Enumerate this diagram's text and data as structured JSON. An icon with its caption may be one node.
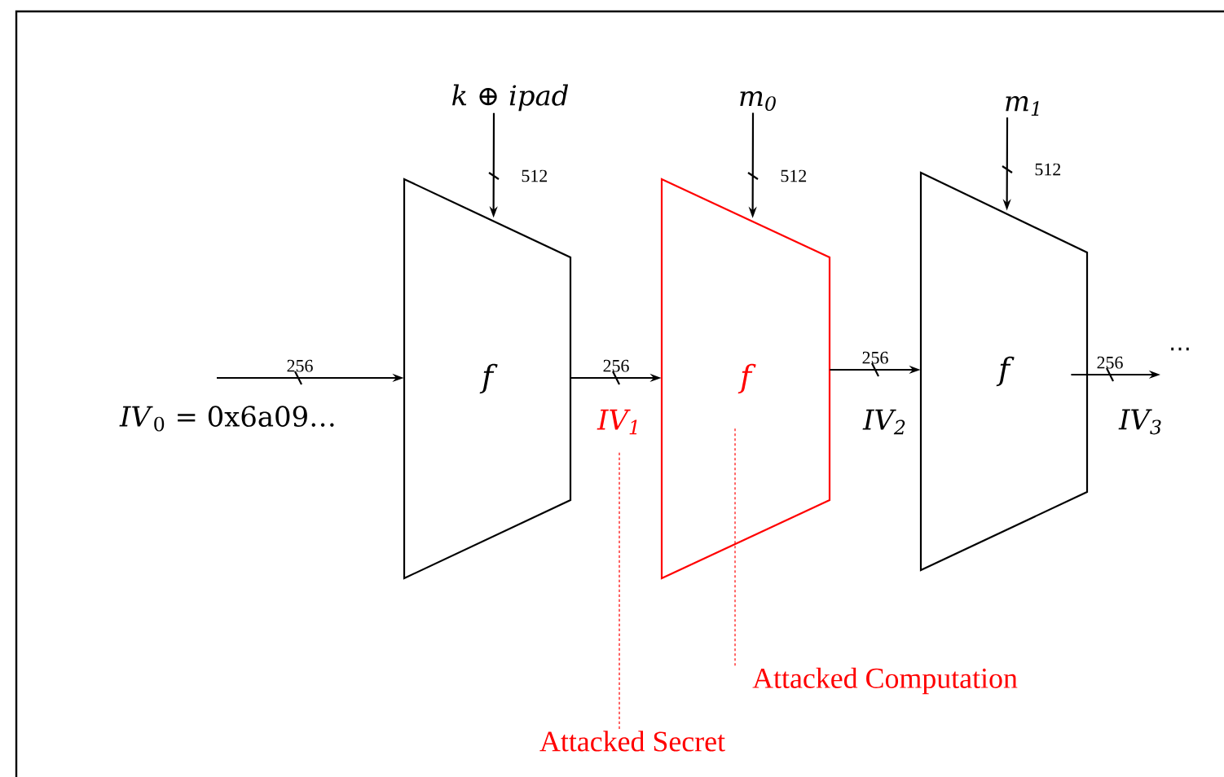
{
  "diagram": {
    "nodes": [
      {
        "text": [
          "k ⊕ ipad"
        ]
      },
      {
        "text": [
          "m$_{0}$"
        ]
      },
      {
        "text": [
          "m$_{1}$"
        ]
      },
      {
        "text": [
          "*IV*$_{0}$ = 0x6a09…"
        ]
      },
      {
        "text": [
          "f"
        ]
      },
      {
        "text": [
          "f"
        ]
      },
      {
        "text": [
          "f"
        ]
      },
      {
        "text": [
          "IV$_{1}$"
        ]
      },
      {
        "text": [
          "Attacked Computation"
        ]
      },
      {
        "text": [
          "Attacked Secret"
        ]
      }
    ],
    "edges": [
      {
        "from": 0,
        "to": 4,
        "arrow": "to",
        "label": "512"
      },
      {
        "from": 1,
        "to": 5,
        "arrow": "to",
        "label": "512"
      },
      {
        "from": 2,
        "to": 6,
        "arrow": "to",
        "label": "512"
      },
      {
        "from": 3,
        "to": 4,
        "arrow": "to",
        "label": "256"
      },
      {
        "from": 4,
        "to": 5,
        "arrow": "to",
        "label": "256"
      },
      {
        "from": 5,
        "to": 6,
        "arrow": "to",
        "label": "256"
      },
      {
        "from": 6,
        "to": null,
        "arrow": "to",
        "label": "256"
      },
      {
        "from": 8,
        "to": 5,
        "arrow": "none",
        "style": "dashed",
        "color": "#ff0000"
      },
      {
        "from": 9,
        "to": 7,
        "arrow": "none",
        "style": "dashed",
        "color": "#ff0000"
      }
    ],
    "labels": [
      "IV$_{2}$",
      "IV$_{3}$",
      "⋯"
    ]
  }
}
